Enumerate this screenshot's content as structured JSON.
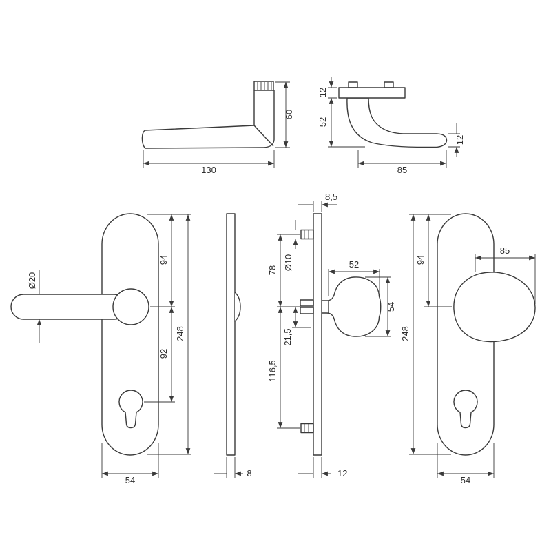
{
  "drawing": {
    "background": "#ffffff",
    "line_color": "#3a3a3a",
    "views": {
      "lever_side": {
        "length": "130",
        "height": "60"
      },
      "lever_front": {
        "rose_height": "12",
        "drop": "52",
        "grip_thickness": "12",
        "reach": "85"
      },
      "lever_plate": {
        "grip_diameter": "Ø20",
        "top_to_handle": "94",
        "handle_to_cylinder": "92",
        "plate_height": "248",
        "plate_width": "54"
      },
      "plate_profile": {
        "thickness": "8"
      },
      "fixing_side": {
        "top_offset": "8,5",
        "screw_diameter": "Ø10",
        "screw_to_spindle": "78",
        "spindle_offset": "21,5",
        "spindle_to_screw": "116,5",
        "plate_depth": "12",
        "knob_length": "52",
        "knob_diameter": "54"
      },
      "knob_plate": {
        "top_to_knob": "94",
        "plate_height": "248",
        "knob_width": "85",
        "plate_width": "54"
      }
    }
  }
}
